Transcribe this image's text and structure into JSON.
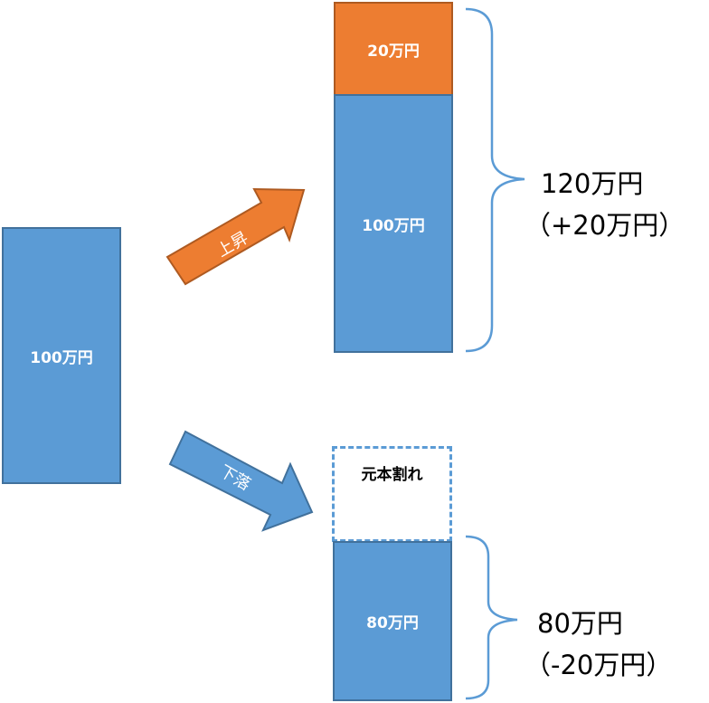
{
  "left_box": {
    "label": "100万円"
  },
  "up": {
    "arrow_label": "上昇",
    "top_segment": "20万円",
    "bottom_segment": "100万円",
    "total": "120万円",
    "change": "（+20万円）"
  },
  "down": {
    "arrow_label": "下落",
    "missing_segment": "元本割れ",
    "remaining_segment": "80万円",
    "total": "80万円",
    "change": "（-20万円）"
  },
  "colors": {
    "blue": "#5B9BD5",
    "orange": "#ED7D31",
    "brace": "#5B9BD5"
  }
}
